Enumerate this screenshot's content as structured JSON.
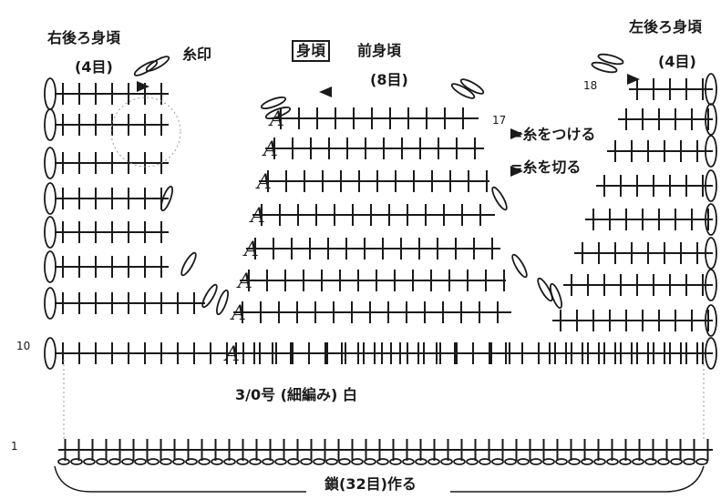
{
  "labels": {
    "right_back_neck": "右後ろ身頃",
    "right_back_count": "(4目)",
    "thread_mark": "糸印",
    "body_box": "身頃",
    "front_body": "前身頃",
    "front_count": "(8目)",
    "left_back_neck": "左後ろ身頃",
    "left_back_count": "(4目)",
    "row_17": "17",
    "row_18": "18",
    "row_10": "10",
    "row_1": "1",
    "attach_yarn": "=糸をつける",
    "cut_yarn": "=糸を切る",
    "hook_info": "3/0号 (細編み) 白",
    "chain_start": "鎖(32目)作る"
  },
  "colors": {
    "ink": "#1a1a1a",
    "guide": "#9a9a9a"
  },
  "icons": [
    "attach-yarn-arrow-icon",
    "cut-yarn-triangle-icon",
    "single-crochet-plus-icon",
    "chain-oval-icon",
    "slip-stitch-icon"
  ]
}
